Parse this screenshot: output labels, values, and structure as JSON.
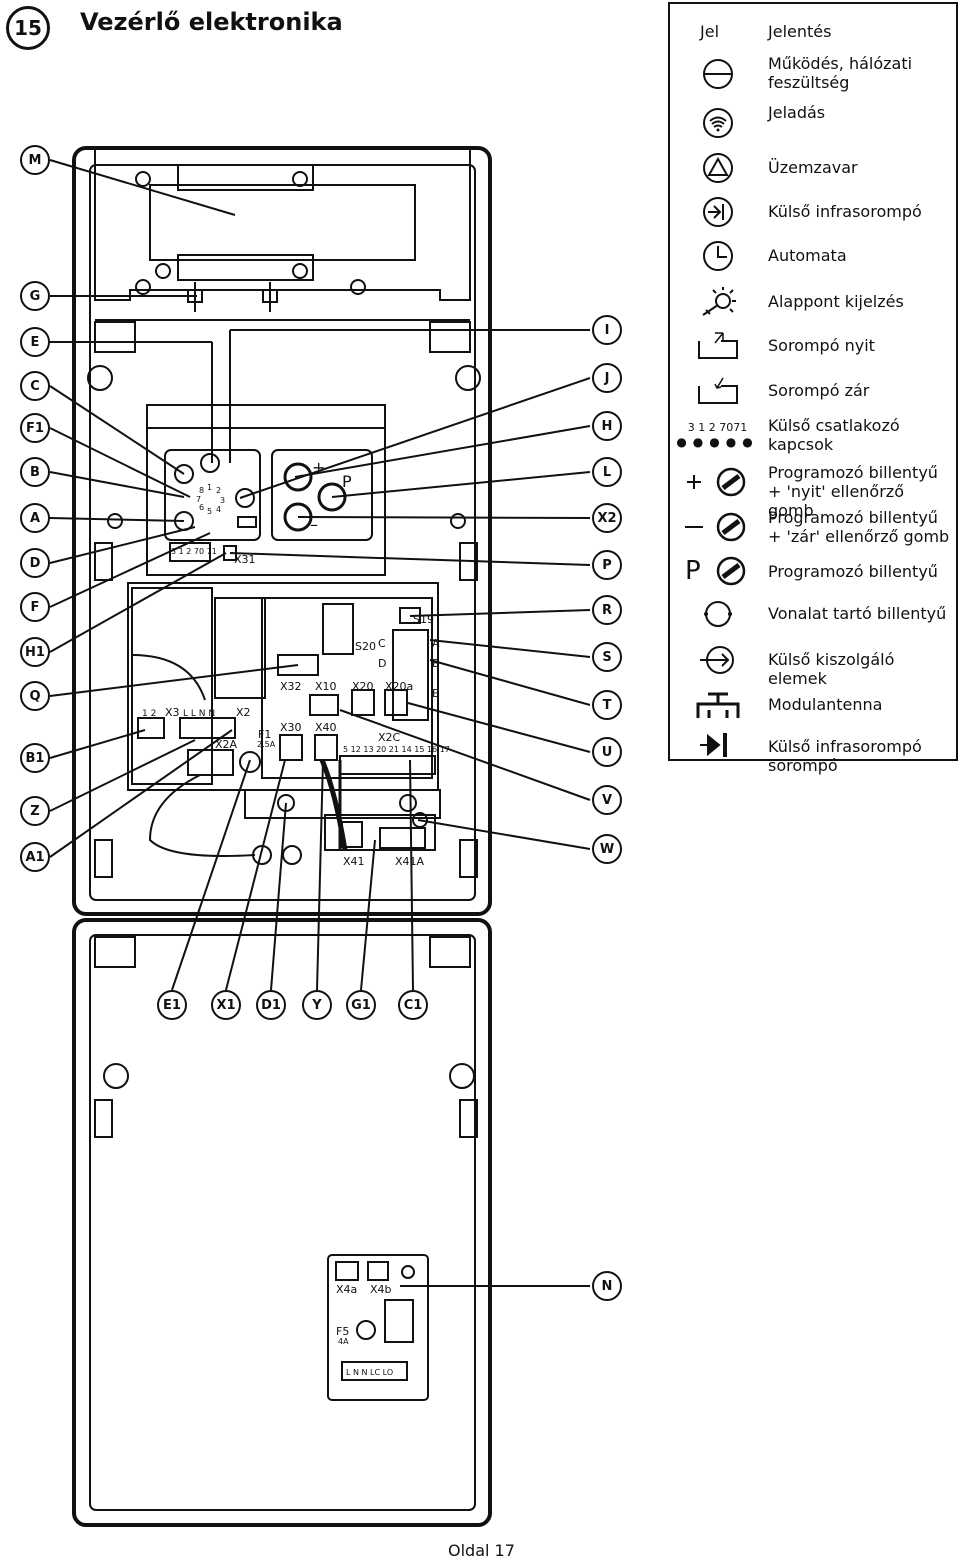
{
  "section": {
    "number": "15",
    "title": "Vezérlő elektronika"
  },
  "legend": {
    "header_symbol": "Jel",
    "header_meaning": "Jelentés",
    "rows": [
      {
        "icon": "circle-minus-icon",
        "text": "Működés, hálózati feszültség"
      },
      {
        "icon": "signal-wifi-icon",
        "text": "Jeladás"
      },
      {
        "icon": "warning-triangle-icon",
        "text": "Üzemzavar"
      },
      {
        "icon": "infrared-barrier-icon",
        "text": "Külső infrasorompó"
      },
      {
        "icon": "clock-icon",
        "text": "Automata"
      },
      {
        "icon": "lamp-icon",
        "text": "Alappont kijelzés"
      },
      {
        "icon": "barrier-open-icon",
        "text": "Sorompó nyit"
      },
      {
        "icon": "barrier-close-icon",
        "text": "Sorompó zár"
      },
      {
        "icon": "terminal-dots-icon",
        "symbol_text": "3 1 2 7071",
        "text": "Külső csatlakozó kapcsok"
      },
      {
        "icon": "plus-button-icon",
        "symbol_text": "+",
        "text": "Programozó billentyű + 'nyit' ellenőrző gomb"
      },
      {
        "icon": "minus-button-icon",
        "symbol_text": "–",
        "text": "Programozó billentyű + 'zár' ellenőrző gomb"
      },
      {
        "icon": "p-button-icon",
        "symbol_text": "P",
        "text": "Programozó billentyű"
      },
      {
        "icon": "rotate-icon",
        "text": "Vonalat tartó billentyű"
      },
      {
        "icon": "arrow-circle-icon",
        "text": "Külső kiszolgáló elemek"
      },
      {
        "icon": "antenna-icon",
        "text": "Modulantenna"
      },
      {
        "icon": "infrared-sensor-icon",
        "text": "Külső infrasorompó sorompó"
      }
    ]
  },
  "callouts_left": [
    "M",
    "G",
    "E",
    "C",
    "F1",
    "B",
    "A",
    "D",
    "F",
    "H1",
    "Q",
    "B1",
    "Z",
    "A1"
  ],
  "callouts_right": [
    "I",
    "J",
    "H",
    "L",
    "X2",
    "P",
    "R",
    "S",
    "T",
    "U",
    "V",
    "W",
    "N"
  ],
  "callouts_bottom": [
    "E1",
    "X1",
    "D1",
    "Y",
    "G1",
    "C1"
  ],
  "board_labels": {
    "x31": "X31",
    "x3": "X3",
    "x2": "X2",
    "x2a": "X2A",
    "f1": "F1",
    "f1_rating": "2.5A",
    "x32": "X32",
    "x30": "X30",
    "x10": "X10",
    "x40": "X40",
    "x20": "X20",
    "x20a": "X20a",
    "x2c": "X2C",
    "s20": "S20",
    "s19": "S19",
    "c": "C",
    "d": "D",
    "a": "A",
    "b": "B",
    "e": "E",
    "x41": "X41",
    "x41a": "X41A",
    "x3_terms": "1  2",
    "x2_terms": "L  L  N  N",
    "x2c_terms": "5  12 13 20 21 14 15  16 17",
    "x31_terms": "3 1 2 70 71",
    "p_key": "P",
    "plus": "+",
    "minus": "–",
    "dial_nums": [
      "1",
      "2",
      "3",
      "4",
      "5",
      "6",
      "7",
      "8"
    ],
    "x4a": "X4a",
    "x4b": "X4b",
    "f5": "F5",
    "f5_rating": "4A",
    "n_terms": "L   N  N  LC LO"
  },
  "footer": "Oldal 17"
}
